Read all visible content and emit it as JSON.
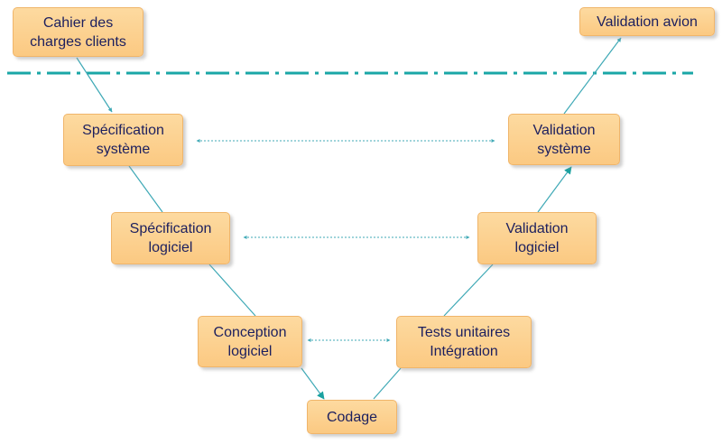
{
  "nodes": {
    "cahier": "Cahier des\ncharges clients",
    "validation_avion": "Validation avion",
    "specification_systeme": "Spécification\nsystème",
    "validation_systeme": "Validation\nsystème",
    "specification_logiciel": "Spécification\nlogiciel",
    "validation_logiciel": "Validation\nlogiciel",
    "conception_logiciel": "Conception\nlogiciel",
    "tests_integration": "Tests unitaires\nIntégration",
    "codage": "Codage"
  },
  "colors": {
    "box_fill": "#fbc982",
    "box_border": "#f0b56a",
    "text": "#1c1f5e",
    "connector": "#3fa9b6",
    "separator": "#1aa6a6"
  }
}
